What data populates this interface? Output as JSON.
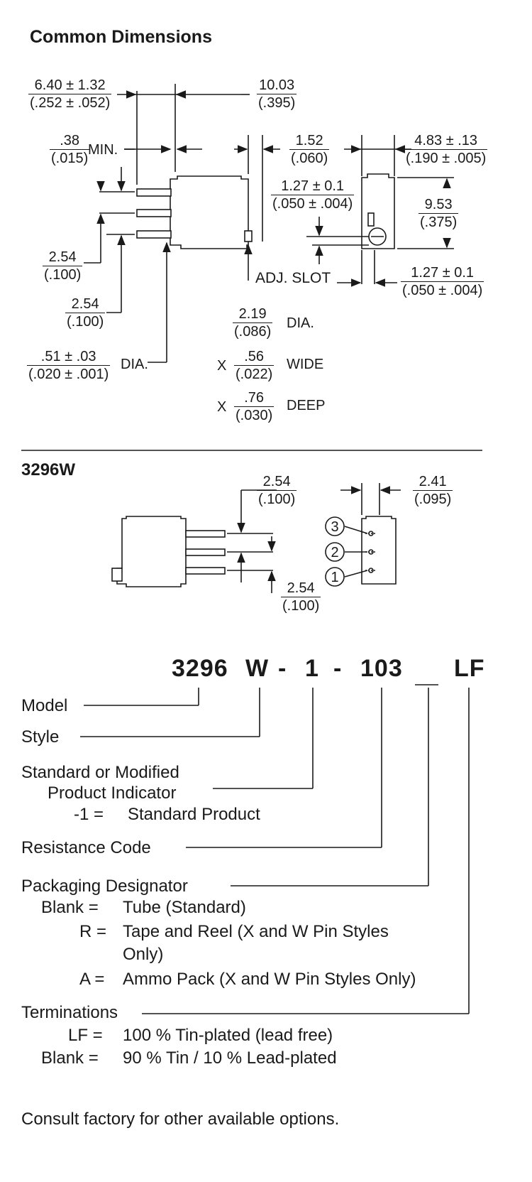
{
  "section1": {
    "title": "Common Dimensions",
    "dims": {
      "d1": {
        "num": "6.40 ± 1.32",
        "den": "(.252 ± .052)"
      },
      "d2": {
        "num": "10.03",
        "den": "(.395)"
      },
      "d3": {
        "num": ".38",
        "den": "(.015)",
        "suffix": "MIN."
      },
      "d4": {
        "num": "1.52",
        "den": "(.060)"
      },
      "d5": {
        "num": "4.83 ± .13",
        "den": "(.190 ± .005)"
      },
      "d6": {
        "num": "1.27 ± 0.1",
        "den": "(.050 ± .004)"
      },
      "d7": {
        "num": "9.53",
        "den": "(.375)"
      },
      "d8": {
        "num": "2.54",
        "den": "(.100)"
      },
      "d9": {
        "num": "2.54",
        "den": "(.100)"
      },
      "d10": {
        "num": "1.27 ± 0.1",
        "den": "(.050 ± .004)"
      },
      "d11": {
        "num": ".51 ± .03",
        "den": "(.020 ± .001)",
        "suffix": "DIA."
      }
    },
    "adj_slot": {
      "title": "ADJ. SLOT",
      "dia": {
        "num": "2.19",
        "den": "(.086)",
        "suffix": "DIA."
      },
      "wide": {
        "prefix": "X",
        "num": ".56",
        "den": "(.022)",
        "suffix": "WIDE"
      },
      "deep": {
        "prefix": "X",
        "num": ".76",
        "den": "(.030)",
        "suffix": "DEEP"
      }
    }
  },
  "section2": {
    "title": "3296W",
    "dims": {
      "p1": {
        "num": "2.54",
        "den": "(.100)"
      },
      "p2": {
        "num": "2.41",
        "den": "(.095)"
      },
      "p3": {
        "num": "2.54",
        "den": "(.100)"
      }
    },
    "pins": [
      "3",
      "2",
      "1"
    ]
  },
  "ordering": {
    "part": {
      "model": "3296",
      "style": "W",
      "dash1": "-",
      "indicator": "1",
      "dash2": "-",
      "resistance": "103",
      "packaging": "__",
      "termination": "LF"
    },
    "model_label": "Model",
    "style_label": "Style",
    "indicator_label_1": "Standard or Modified",
    "indicator_label_2": "Product Indicator",
    "indicator_opt": {
      "code": "-1 =",
      "text": "Standard Product"
    },
    "resistance_label": "Resistance Code",
    "packaging_label": "Packaging Designator",
    "packaging_opts": [
      {
        "code": "Blank =",
        "text": "Tube (Standard)"
      },
      {
        "code": "R =",
        "text": "Tape and Reel (X and W Pin Styles"
      },
      {
        "code": "",
        "text": "Only)"
      },
      {
        "code": "A =",
        "text": "Ammo Pack (X and W Pin Styles Only)"
      }
    ],
    "terminations_label": "Terminations",
    "termination_opts": [
      {
        "code": "LF =",
        "text": "100 % Tin-plated (lead free)"
      },
      {
        "code": "Blank =",
        "text": "90 % Tin / 10 % Lead-plated"
      }
    ],
    "footer": "Consult factory for other available options."
  }
}
